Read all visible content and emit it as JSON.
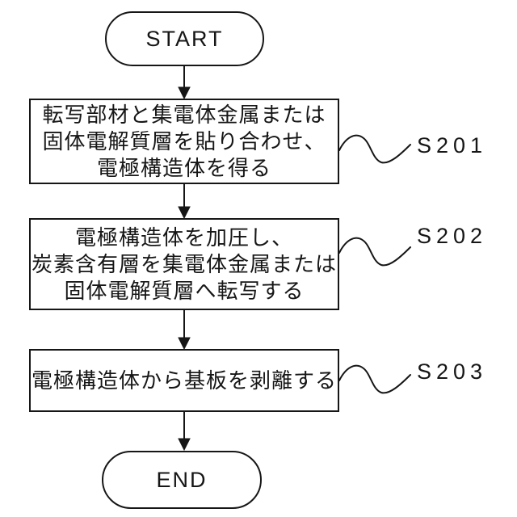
{
  "flowchart": {
    "start": {
      "label": "START"
    },
    "end": {
      "label": "END"
    },
    "steps": [
      {
        "label": "S201",
        "text": "転写部材と集電体金属または\n固体電解質層を貼り合わせ、\n電極構造体を得る"
      },
      {
        "label": "S202",
        "text": "電極構造体を加圧し、\n炭素含有層を集電体金属または\n固体電解質層へ転写する"
      },
      {
        "label": "S203",
        "text": "電極構造体から基板を剥離する"
      }
    ],
    "colors": {
      "stroke": "#161616",
      "background": "#ffffff"
    }
  }
}
